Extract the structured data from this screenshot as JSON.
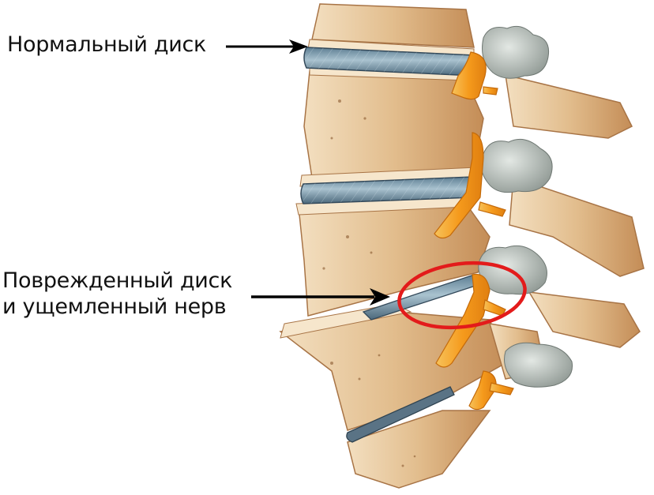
{
  "diagram": {
    "subject": "Lumbar spine segment, lateral view",
    "labels": {
      "normal_disc": "Нормальный диск",
      "damaged_line1": "Поврежденный диск",
      "damaged_line2": "и ущемленный нерв"
    },
    "callouts": [
      {
        "label": "normal_disc",
        "target": "upper intervertebral disc",
        "arrow": "left-to-right"
      },
      {
        "label": "damaged_disc_pinched_nerve",
        "target": "third intervertebral disc (herniated) with compressed nerve root",
        "arrow": "left-to-right",
        "highlight": "red ellipse"
      }
    ],
    "colors": {
      "bone": "#e8c9a0",
      "bone_shadow": "#b98552",
      "bone_light": "#f6e6cc",
      "disc": "#7d9fb3",
      "disc_dark": "#3f5a6c",
      "nerve": "#f5a623",
      "osteophyte": "#b9c1bd",
      "highlight": "#e31b1b",
      "arrow": "#000000"
    }
  }
}
